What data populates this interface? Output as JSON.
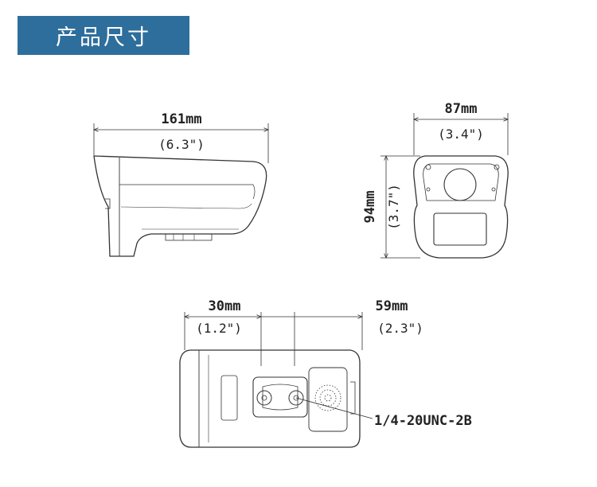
{
  "title": "产品尺寸",
  "side_view": {
    "width_mm": "161mm",
    "width_in": "(6.3\")"
  },
  "front_view": {
    "width_mm": "87mm",
    "width_in": "(3.4\")",
    "height_mm": "94mm",
    "height_in": "(3.7\")"
  },
  "bottom_view": {
    "left_mm": "30mm",
    "left_in": "(1.2\")",
    "right_mm": "59mm",
    "right_in": "(2.3\")",
    "thread_label": "1/4-20UNC-2B"
  },
  "colors": {
    "title_bg": "#2e6e9c",
    "line": "#333333"
  }
}
